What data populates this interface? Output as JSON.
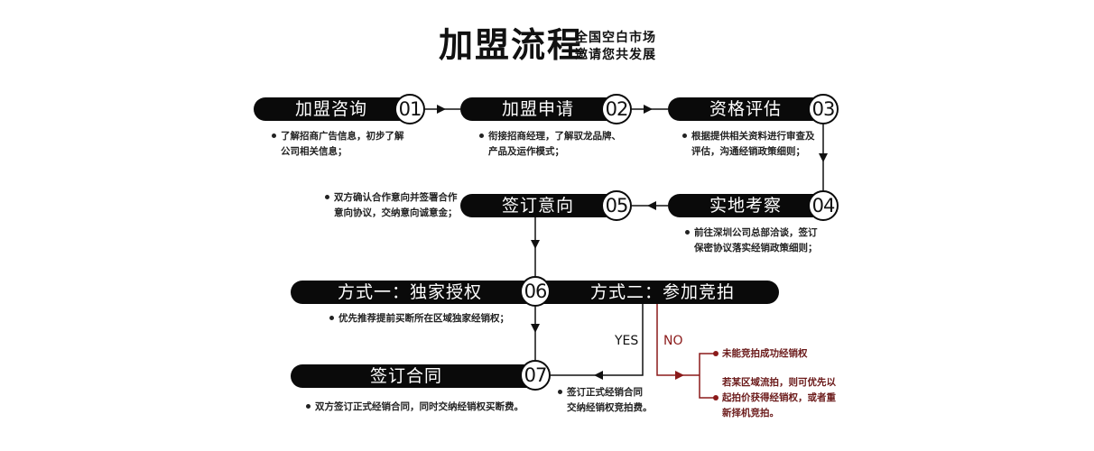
{
  "header": {
    "title": "加盟流程",
    "subtitle_line1": "全国空白市场",
    "subtitle_line2": "邀请您共发展"
  },
  "steps": [
    {
      "number": "01",
      "label": "加盟咨询",
      "note_line1": "了解招商广告信息，初步了解",
      "note_line2": "公司相关信息；"
    },
    {
      "number": "02",
      "label": "加盟申请",
      "note_line1": "衔接招商经理，了解驭龙品牌、",
      "note_line2": "产品及运作模式；"
    },
    {
      "number": "03",
      "label": "资格评估",
      "note_line1": "根据提供相关资料进行审查及",
      "note_line2": "评估，沟通经销政策细则；"
    },
    {
      "number": "04",
      "label": "实地考察",
      "note_line1": "前往深圳公司总部洽谈，签订",
      "note_line2": "保密协议落实经销政策细则；"
    },
    {
      "number": "05",
      "label": "签订意向",
      "note_line1": "双方确认合作意向并签署合作",
      "note_line2": "意向协议，交纳意向诚意金；"
    },
    {
      "number": "06",
      "label_left": "方式一：独家授权",
      "label_right": "方式二：参加竞拍",
      "note_left": "优先推荐提前买断所在区域独家经销权；"
    },
    {
      "number": "07",
      "label": "签订合同",
      "note": "双方签订正式经销合同，同时交纳经销权买断费。"
    }
  ],
  "branch": {
    "yes_label": "YES",
    "no_label": "NO",
    "yes_note_line1": "签订正式经销合同",
    "yes_note_line2": "交纳经销权竞拍费。",
    "no_note_a": "未能竞拍成功经销权",
    "no_note_b_line1": "若某区域流拍，则可优先以",
    "no_note_b_line2": "起拍价获得经销权，或者重",
    "no_note_b_line3": "新择机竞拍。"
  },
  "colors": {
    "pill": "#0a0a0a",
    "line": "#111111",
    "no_branch": "#8b1a1a",
    "no_text": "#6b1a1a"
  }
}
